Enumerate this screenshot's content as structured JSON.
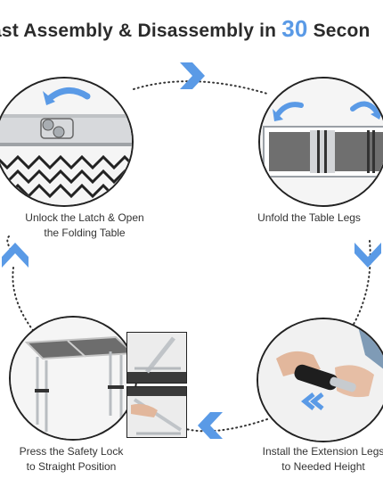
{
  "headline": {
    "prefix": "ast Assembly & Disassembly in ",
    "number": "30",
    "suffix": " Secon"
  },
  "steps": [
    {
      "label_line1": "Unlock the Latch & Open",
      "label_line2": "the Folding Table"
    },
    {
      "label_line1": "Unfold the Table Legs",
      "label_line2": ""
    },
    {
      "label_line1": "Install the Extension Legs",
      "label_line2": "to Needed Height"
    },
    {
      "label_line1": "Press the Safety Lock",
      "label_line2": "to Straight Position"
    }
  ],
  "colors": {
    "accent": "#5a9ae6",
    "text": "#333333",
    "dark": "#2b2b2b"
  }
}
